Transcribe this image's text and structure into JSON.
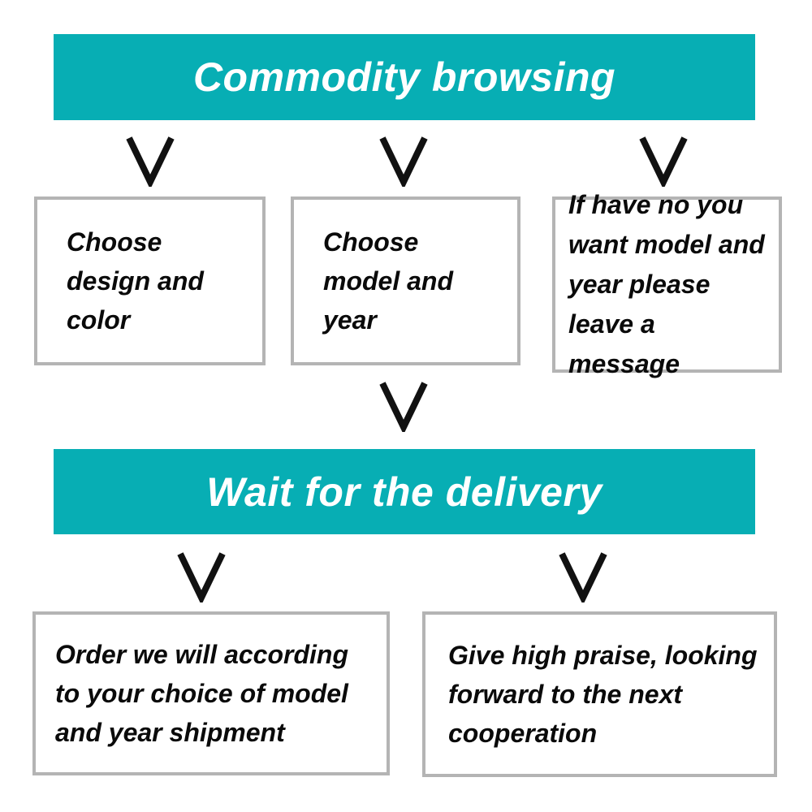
{
  "colors": {
    "banner_background": "#07aeb4",
    "banner_text": "#ffffff",
    "box_border": "#b4b4b4",
    "box_text": "#0a0a0a",
    "arrow": "#111111",
    "page_background": "#ffffff"
  },
  "flowchart": {
    "stage1": {
      "banner": "Commodity browsing",
      "boxes": [
        {
          "text": "Choose design and color"
        },
        {
          "text": "Choose model and year"
        },
        {
          "text": "If have no you want model and year please leave a message"
        }
      ]
    },
    "stage2": {
      "banner": "Wait for the delivery",
      "boxes": [
        {
          "text": "Order we will according to your choice of model and year shipment"
        },
        {
          "text": "Give high praise, looking forward to the next cooperation"
        }
      ]
    }
  }
}
